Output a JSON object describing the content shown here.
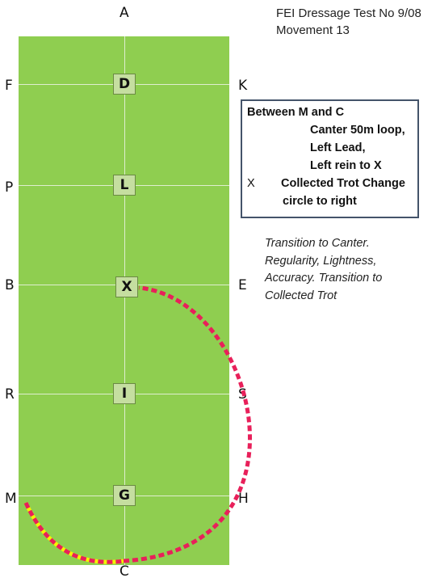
{
  "title": {
    "line1": "FEI Dressage Test No 9/08",
    "line2": "Movement 13"
  },
  "letters": {
    "A": "A",
    "C": "C",
    "F": "F",
    "K": "K",
    "P": "P",
    "B": "B",
    "E": "E",
    "R": "R",
    "S": "S",
    "M": "M",
    "H": "H"
  },
  "centerline_markers": {
    "D": "D",
    "L": "L",
    "X": "X",
    "I": "I",
    "G": "G"
  },
  "instructions": {
    "heading": "Between M and C",
    "line1": "Canter 50m loop,",
    "line2": "Left Lead,",
    "line3": "Left rein to X",
    "x_label": "X",
    "line4": "Collected Trot Change",
    "line5": "circle to right"
  },
  "notes": "Transition to Canter. Regularity, Lightness, Accuracy. Transition to Collected Trot",
  "colors": {
    "arena": "#8fce50",
    "path": "#e8205a",
    "path_highlight": "#f4f400",
    "box_border": "#44546a"
  }
}
